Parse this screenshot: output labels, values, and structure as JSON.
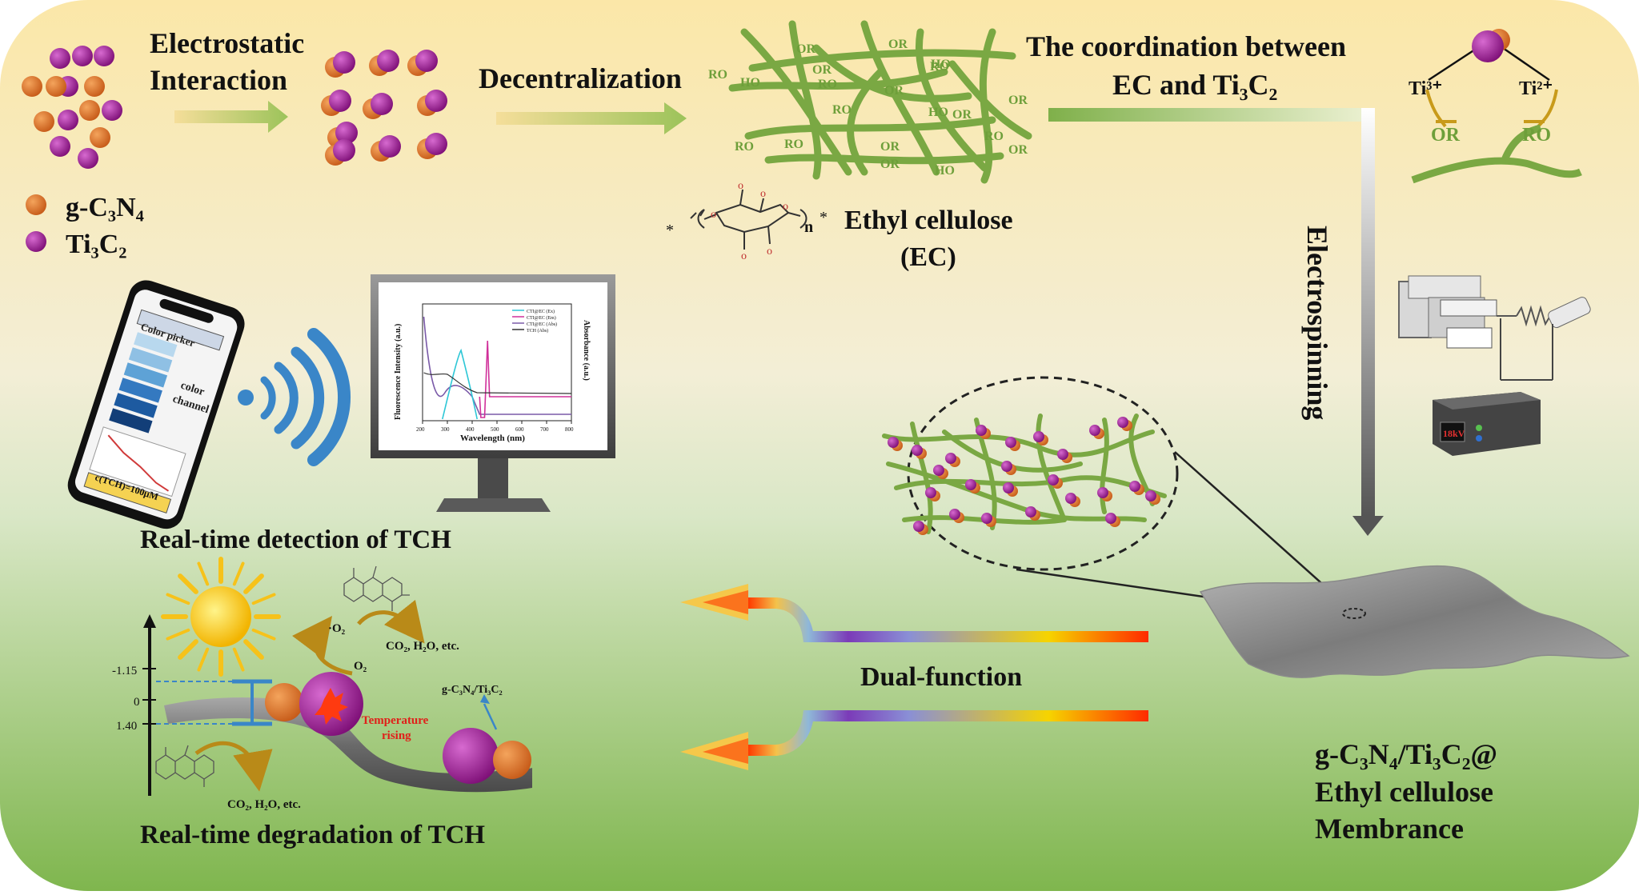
{
  "legend": {
    "gcn": "g-C₃N₄",
    "ti": "Ti₃C₂"
  },
  "steps": {
    "electrostatic_1": "Electrostatic",
    "electrostatic_2": "Interaction",
    "decentralization": "Decentralization",
    "coordination_1": "The coordination between",
    "coordination_2": "EC and Ti₃C₂",
    "electrospinning": "Electrospinning",
    "dual_function": "Dual-function",
    "ethyl_cellulose_1": "Ethyl cellulose",
    "ethyl_cellulose_2": "(EC)"
  },
  "network_groups": {
    "or": "OR",
    "ro": "RO",
    "ho": "HO"
  },
  "coordination_ions": {
    "ti3": "Ti³⁺",
    "ti2": "Ti²⁺",
    "or": "OR",
    "ro": "RO"
  },
  "ec_structure": {
    "n": "n",
    "star": "*",
    "o": "o"
  },
  "phone": {
    "header": "Color picker",
    "channel_1": "color",
    "channel_2": "channel",
    "footer": "c(TCH)=100μM"
  },
  "monitor": {
    "y_left": "Fluorescence Intensity (a.u.)",
    "y_right": "Absorbance (a.u.)",
    "x_label": "Wavelength (nm)",
    "x_ticks": [
      "200",
      "300",
      "400",
      "500",
      "600",
      "700",
      "800"
    ],
    "legend": [
      "CTI@EC (Ex)",
      "CTI@EC (Em)",
      "CTI@EC (Abs)",
      "TCH (Abs)"
    ]
  },
  "power_supply": {
    "readout": "18kV"
  },
  "sections": {
    "detection": "Real-time detection of TCH",
    "degradation": "Real-time degradation of TCH",
    "membrane_1": "g-C₃N₄/Ti₃C₂@",
    "membrane_2": "Ethyl cellulose",
    "membrane_3": "Membrance"
  },
  "degradation": {
    "levels": [
      "-1.15",
      "0",
      "1.40"
    ],
    "superoxide": "·O₂",
    "oxygen": "O₂",
    "products_top": "CO₂, H₂O, etc.",
    "products_bottom": "CO₂, H₂O, etc.",
    "catalyst": "g-C₃N₄/Ti₃C₂",
    "temp_1": "Temperature",
    "temp_2": "rising"
  },
  "colors": {
    "gcn": "#d9732a",
    "ti": "#a21c96",
    "fiber": "#7aa843",
    "arrow_green": "#9ec55c",
    "red_label": "#e0201a"
  }
}
